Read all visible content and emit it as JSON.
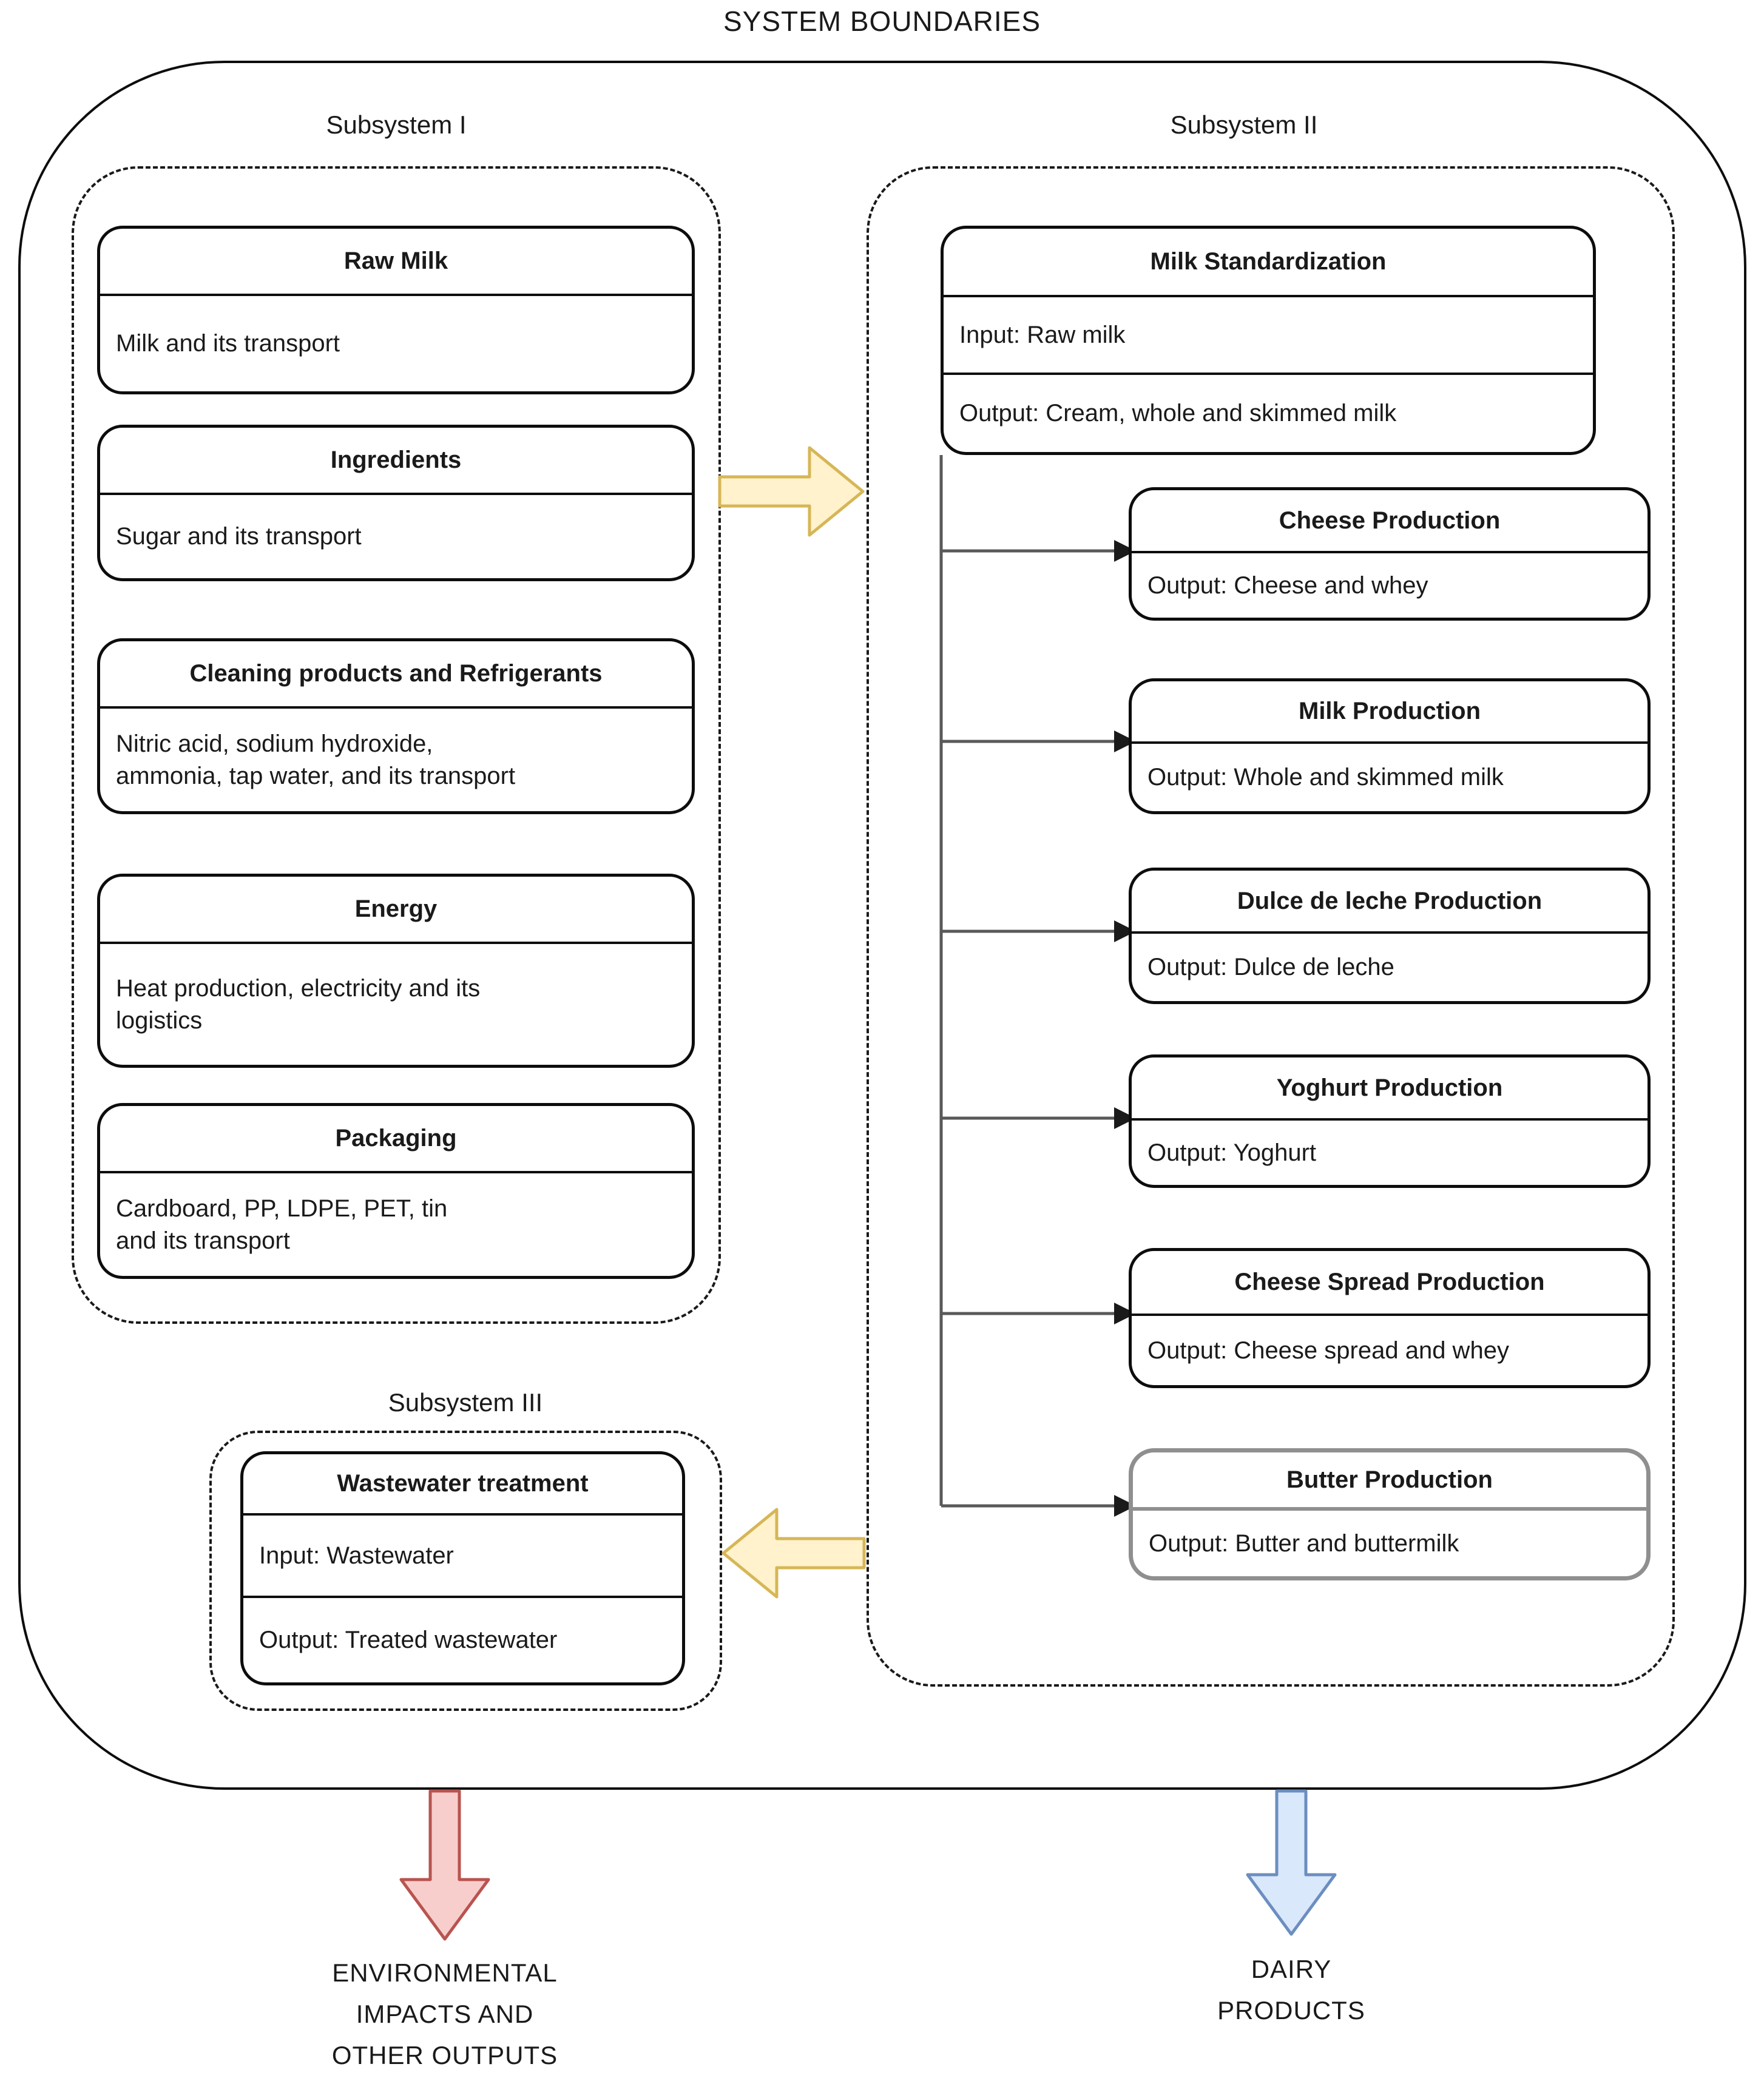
{
  "title": "SYSTEM BOUNDARIES",
  "subsystem1": {
    "label": "Subsystem I",
    "boxes": [
      {
        "title": "Raw Milk",
        "body": "Milk and its transport"
      },
      {
        "title": "Ingredients",
        "body": "Sugar and its transport"
      },
      {
        "title": "Cleaning products and Refrigerants",
        "body": "Nitric acid, sodium hydroxide,\nammonia, tap water, and its transport"
      },
      {
        "title": "Energy",
        "body": "Heat production, electricity and its\nlogistics"
      },
      {
        "title": "Packaging",
        "body": "Cardboard, PP, LDPE, PET, tin\nand its transport"
      }
    ]
  },
  "subsystem2": {
    "label": "Subsystem II",
    "standardization": {
      "title": "Milk Standardization",
      "input": "Input: Raw milk",
      "output": "Output: Cream, whole and skimmed milk"
    },
    "processes": [
      {
        "title": "Cheese Production",
        "output": "Output: Cheese and whey"
      },
      {
        "title": "Milk Production",
        "output": "Output: Whole and skimmed milk"
      },
      {
        "title": "Dulce de leche Production",
        "output": "Output: Dulce de leche"
      },
      {
        "title": "Yoghurt Production",
        "output": "Output: Yoghurt"
      },
      {
        "title": "Cheese Spread Production",
        "output": "Output: Cheese spread and whey"
      },
      {
        "title": "Butter Production",
        "output": "Output: Butter and buttermilk"
      }
    ]
  },
  "subsystem3": {
    "label": "Subsystem III",
    "box": {
      "title": "Wastewater treatment",
      "input": "Input: Wastewater",
      "output": "Output: Treated wastewater"
    }
  },
  "outputs": {
    "environmental_label": "ENVIRONMENTAL\nIMPACTS AND\nOTHER OUTPUTS",
    "dairy_label": "DAIRY\nPRODUCTS"
  },
  "colors": {
    "flow_arrow_fill": "#FFF2CC",
    "flow_arrow_stroke": "#D6B656",
    "environment_arrow_fill": "#F8CECC",
    "environment_arrow_stroke": "#B85450",
    "dairy_arrow_fill": "#DAE8FC",
    "dairy_arrow_stroke": "#6C8EBF",
    "connector": "#595959",
    "boundary": "#0d0d0d",
    "butter_box_border": "#8f8f8f"
  }
}
